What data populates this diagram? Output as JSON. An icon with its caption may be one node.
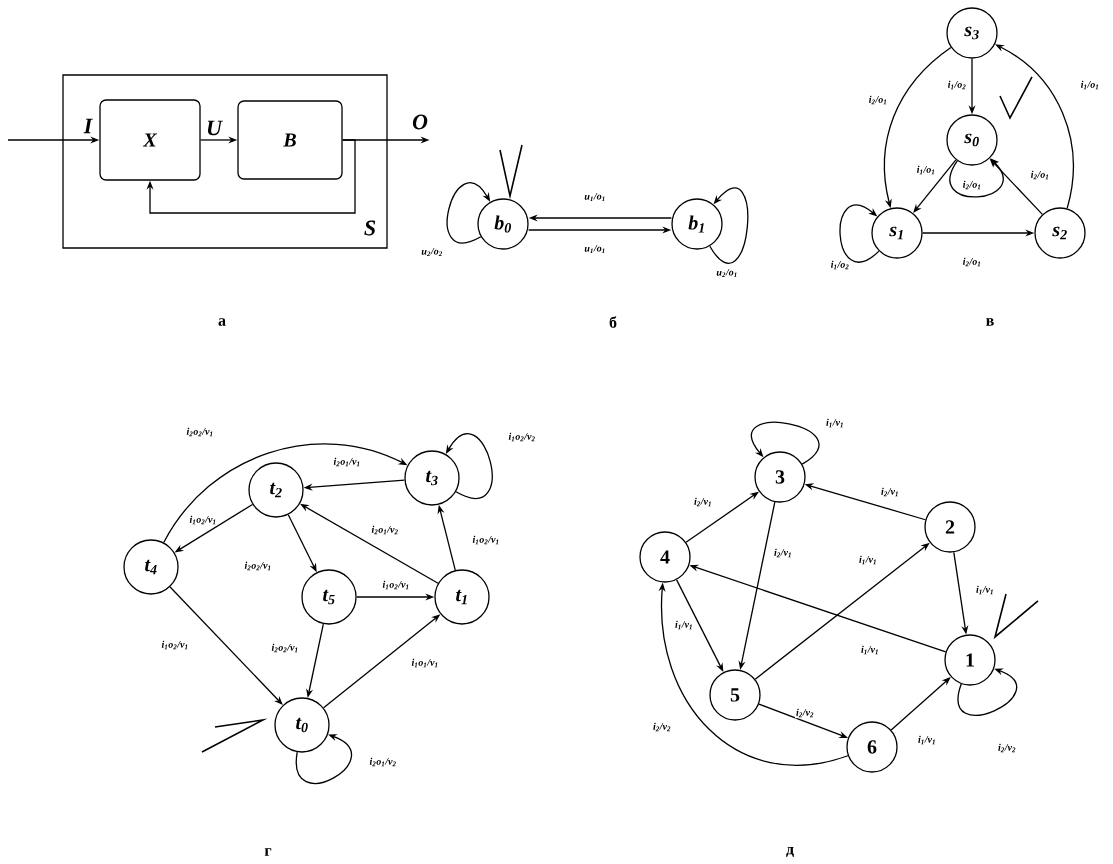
{
  "diagram": {
    "nodes": [
      {
        "text": [],
        "shape": "box"
      },
      {
        "text": [
          "X"
        ],
        "in": 0
      },
      {
        "text": [
          "B"
        ],
        "in": 0
      },
      {
        "text": [
          "b$_{0}$"
        ]
      },
      {
        "text": [
          "b$_{1}$"
        ]
      },
      {
        "text": [
          "s$_{3}$"
        ]
      },
      {
        "text": [
          "s$_{0}$"
        ]
      },
      {
        "text": [
          "s$_{1}$"
        ]
      },
      {
        "text": [
          "s$_{2}$"
        ]
      },
      {
        "text": [
          "t$_{3}$"
        ]
      },
      {
        "text": [
          "t$_{2}$"
        ]
      },
      {
        "text": [
          "t$_{4}$"
        ]
      },
      {
        "text": [
          "t$_{5}$"
        ]
      },
      {
        "text": [
          "t$_{1}$"
        ]
      },
      {
        "text": [
          "t$_{0}$"
        ]
      },
      {
        "text": [
          "3"
        ]
      },
      {
        "text": [
          "2"
        ]
      },
      {
        "text": [
          "4"
        ]
      },
      {
        "text": [
          "1"
        ]
      },
      {
        "text": [
          "5"
        ]
      },
      {
        "text": [
          "6"
        ]
      },
      {
        "text": [
          "O"
        ]
      }
    ],
    "edges": [
      {
        "from": null,
        "to": 1,
        "arrow": "to"
      },
      {
        "from": 1,
        "to": 2,
        "arrow": "to"
      },
      {
        "from": 2,
        "to": 21,
        "arrow": "to"
      },
      {
        "from": 2,
        "to": 1,
        "arrow": "to"
      },
      {
        "from": 3,
        "to": 3,
        "arrow": "to",
        "label": "u$_{2}$/o$_{2}$"
      },
      {
        "from": 4,
        "to": 3,
        "arrow": "to",
        "label": "u$_{1}$/o$_{1}$"
      },
      {
        "from": 3,
        "to": 4,
        "arrow": "to",
        "label": "u$_{1}$/o$_{1}$"
      },
      {
        "from": 4,
        "to": 4,
        "arrow": "to",
        "label": "u$_{2}$/o$_{1}$"
      },
      {
        "from": 5,
        "to": 6,
        "arrow": "to",
        "label": "i$_{1}$/o$_{2}$"
      },
      {
        "from": 5,
        "to": 7,
        "arrow": "to",
        "label": "i$_{2}$/o$_{1}$"
      },
      {
        "from": 6,
        "to": 7,
        "arrow": "to",
        "label": "i$_{1}$/o$_{1}$"
      },
      {
        "from": 6,
        "to": 6,
        "arrow": "to",
        "label": "i$_{2}$/o$_{1}$"
      },
      {
        "from": 8,
        "to": 6,
        "arrow": "to",
        "label": "i$_{2}$/o$_{1}$"
      },
      {
        "from": 8,
        "to": 5,
        "arrow": "to",
        "label": "i$_{1}$/o$_{1}$"
      },
      {
        "from": 7,
        "to": 7,
        "arrow": "to",
        "label": "i$_{1}$/o$_{2}$"
      },
      {
        "from": 7,
        "to": 8,
        "arrow": "to",
        "label": "i$_{2}$/o$_{1}$"
      },
      {
        "from": 11,
        "to": 9,
        "arrow": "to",
        "label": "i$_{2}$o$_{2}$/v$_{1}$"
      },
      {
        "from": 9,
        "to": 9,
        "arrow": "to",
        "label": "i$_{1}$o$_{2}$/v$_{2}$"
      },
      {
        "from": 9,
        "to": 10,
        "arrow": "to",
        "label": "i$_{2}$o$_{1}$/v$_{1}$"
      },
      {
        "from": 10,
        "to": 11,
        "arrow": "to",
        "label": "i$_{1}$o$_{2}$/v$_{1}$"
      },
      {
        "from": 13,
        "to": 10,
        "arrow": "to",
        "label": "i$_{2}$o$_{1}$/v$_{2}$"
      },
      {
        "from": 10,
        "to": 12,
        "arrow": "to",
        "label": "i$_{2}$o$_{2}$/v$_{1}$"
      },
      {
        "from": 12,
        "to": 13,
        "arrow": "to",
        "label": "i$_{1}$o$_{2}$/v$_{1}$"
      },
      {
        "from": 13,
        "to": 9,
        "arrow": "to",
        "label": "i$_{1}$o$_{2}$/v$_{1}$"
      },
      {
        "from": 11,
        "to": 14,
        "arrow": "to",
        "label": "i$_{1}$o$_{2}$/v$_{1}$"
      },
      {
        "from": 12,
        "to": 14,
        "arrow": "to",
        "label": "i$_{2}$o$_{2}$/v$_{1}$"
      },
      {
        "from": 14,
        "to": 13,
        "arrow": "to",
        "label": "i$_{1}$o$_{1}$/v$_{1}$"
      },
      {
        "from": 14,
        "to": 14,
        "arrow": "to",
        "label": "i$_{2}$o$_{1}$/v$_{2}$"
      },
      {
        "from": 15,
        "to": 15,
        "arrow": "to",
        "label": "i$_{1}$/v$_{1}$"
      },
      {
        "from": 16,
        "to": 15,
        "arrow": "to",
        "label": "i$_{2}$/v$_{1}$"
      },
      {
        "from": 17,
        "to": 15,
        "arrow": "to",
        "label": "i$_{2}$/v$_{1}$"
      },
      {
        "from": 15,
        "to": 19,
        "arrow": "to",
        "label": "i$_{2}$/v$_{1}$"
      },
      {
        "from": 19,
        "to": 16,
        "arrow": "to",
        "label": "i$_{1}$/v$_{1}$"
      },
      {
        "from": 16,
        "to": 18,
        "arrow": "to",
        "label": "i$_{1}$/v$_{1}$"
      },
      {
        "from": 18,
        "to": 17,
        "arrow": "to",
        "label": "i$_{1}$/v$_{1}$"
      },
      {
        "from": 17,
        "to": 19,
        "arrow": "to",
        "label": "i$_{1}$/v$_{1}$"
      },
      {
        "from": 19,
        "to": 20,
        "arrow": "to",
        "label": "i$_{2}$/v$_{2}$"
      },
      {
        "from": 20,
        "to": 18,
        "arrow": "to",
        "label": "i$_{1}$/v$_{1}$"
      },
      {
        "from": 20,
        "to": 17,
        "arrow": "to",
        "label": "i$_{2}$/v$_{2}$"
      },
      {
        "from": 18,
        "to": 18,
        "arrow": "to",
        "label": "i$_{2}$/v$_{2}$"
      }
    ],
    "labels": [
      "I",
      "U",
      "S",
      "а",
      "б",
      "в",
      "г",
      "д"
    ]
  }
}
